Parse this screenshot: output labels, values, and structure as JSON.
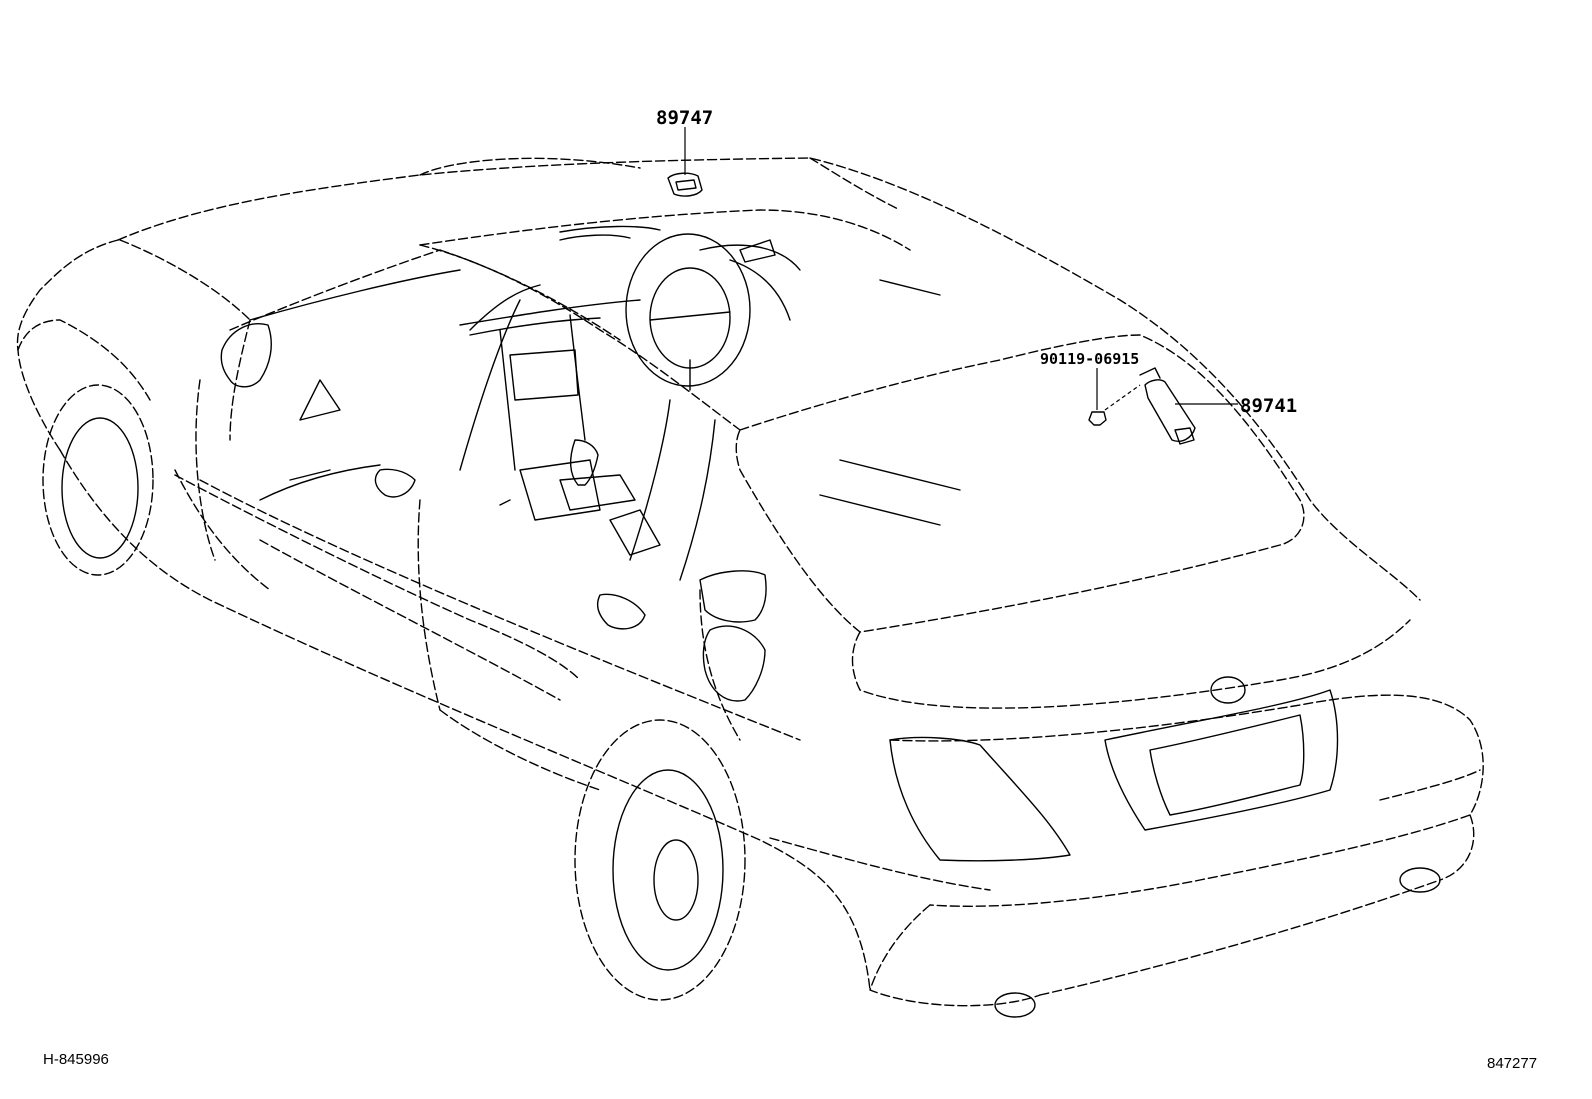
{
  "callouts": {
    "part_89747": "89747",
    "part_90119": "90119-06915",
    "part_89741": "89741"
  },
  "footer": {
    "illustration_id": "H-845996",
    "diagram_number": "847277"
  }
}
